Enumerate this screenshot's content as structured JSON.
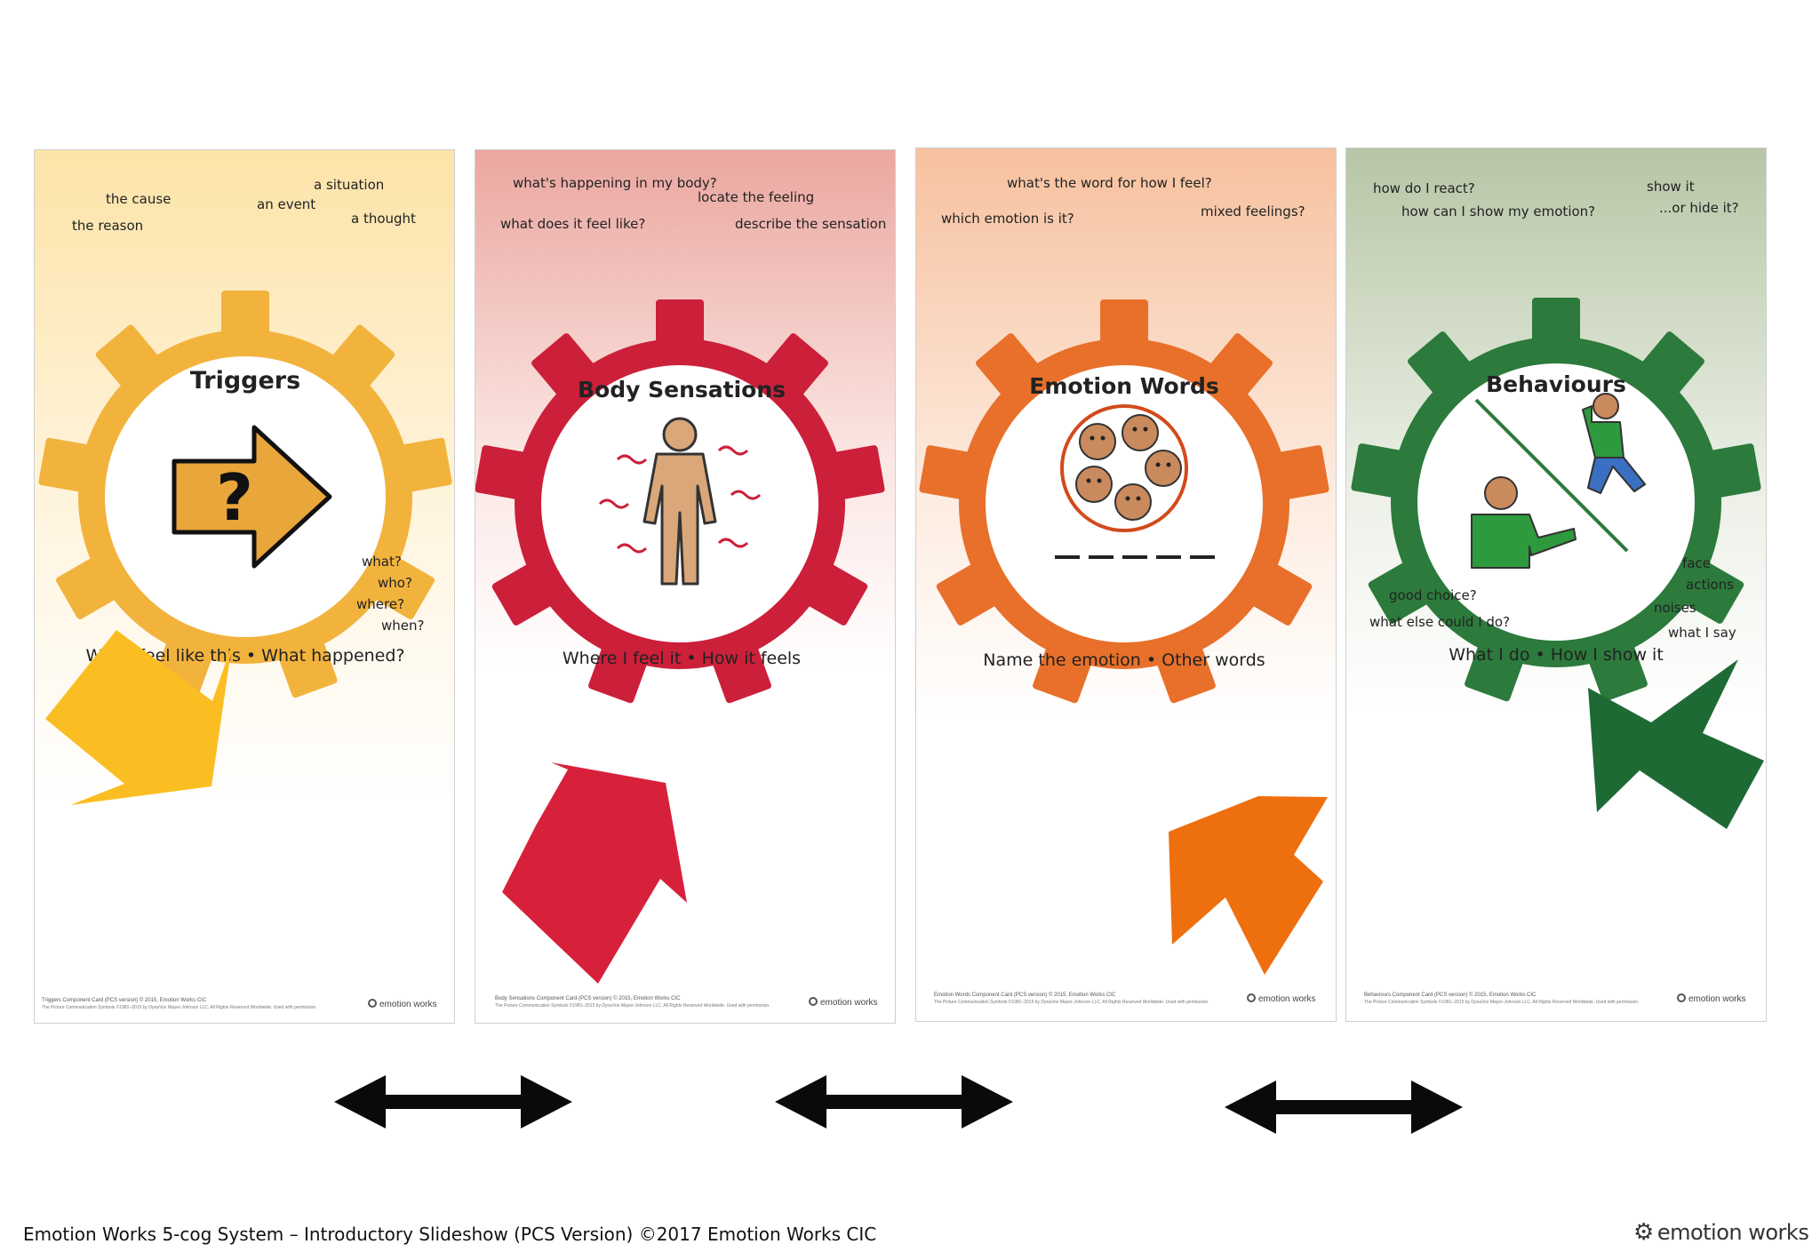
{
  "colors": {
    "triggers": "#F2B33D",
    "body_sensations": "#CC1F3A",
    "emotion_words": "#E8702A",
    "behaviours": "#2C7A3C",
    "arrow_yellow": "#FBBE22",
    "arrow_red": "#D7213B",
    "arrow_orange": "#EE6F0E",
    "arrow_green": "#1E6A35"
  },
  "cards": [
    {
      "title": "Triggers",
      "subtitle": "Why I feel like this • What happened?",
      "prompts": [
        "the cause",
        "the reason",
        "an event",
        "a situation",
        "a thought",
        "what?",
        "who?",
        "where?",
        "when?"
      ],
      "credit_line1": "Triggers Component Card (PCS version) © 2015, Emotion Works CIC",
      "credit_line2": "The Picture Communication Symbols ©1981–2015 by DynaVox Mayer-Johnson LLC. All Rights Reserved Worldwide. Used with permission.",
      "logo": "emotion works",
      "icon": "question-arrow-icon"
    },
    {
      "title": "Body Sensations",
      "subtitle": "Where I feel it • How it feels",
      "prompts": [
        "what's happening in my body?",
        "locate the feeling",
        "what does it feel like?",
        "describe the sensation"
      ],
      "credit_line1": "Body Sensations Component Card (PCS version) © 2015, Emotion Works CIC",
      "credit_line2": "The Picture Communication Symbols ©1981–2015 by DynaVox Mayer-Johnson LLC. All Rights Reserved Worldwide. Used with permission.",
      "logo": "emotion works",
      "icon": "body-figure-icon"
    },
    {
      "title": "Emotion Words",
      "subtitle": "Name the emotion • Other words",
      "prompts": [
        "what's the word for how I feel?",
        "which emotion is it?",
        "mixed feelings?"
      ],
      "credit_line1": "Emotion Words Component Card (PCS version) © 2015, Emotion Works CIC",
      "credit_line2": "The Picture Communication Symbols ©1981–2015 by DynaVox Mayer-Johnson LLC. All Rights Reserved Worldwide. Used with permission.",
      "logo": "emotion works",
      "icon": "faces-circle-icon"
    },
    {
      "title": "Behaviours",
      "subtitle": "What I do • How I show it",
      "prompts": [
        "how do I react?",
        "how can I show my emotion?",
        "show it",
        "...or hide it?",
        "good choice?",
        "what else could I do?",
        "face",
        "actions",
        "noises",
        "what I say"
      ],
      "credit_line1": "Behaviours Component Card (PCS version) © 2015, Emotion Works CIC",
      "credit_line2": "The Picture Communication Symbols ©1981–2015 by DynaVox Mayer-Johnson LLC. All Rights Reserved Worldwide. Used with permission.",
      "logo": "emotion works",
      "icon": "behaviour-figures-icon"
    }
  ],
  "footer": {
    "text": "Emotion Works 5-cog System – Introductory Slideshow (PCS Version) ©2017 Emotion Works CIC",
    "logo": "emotion works"
  }
}
